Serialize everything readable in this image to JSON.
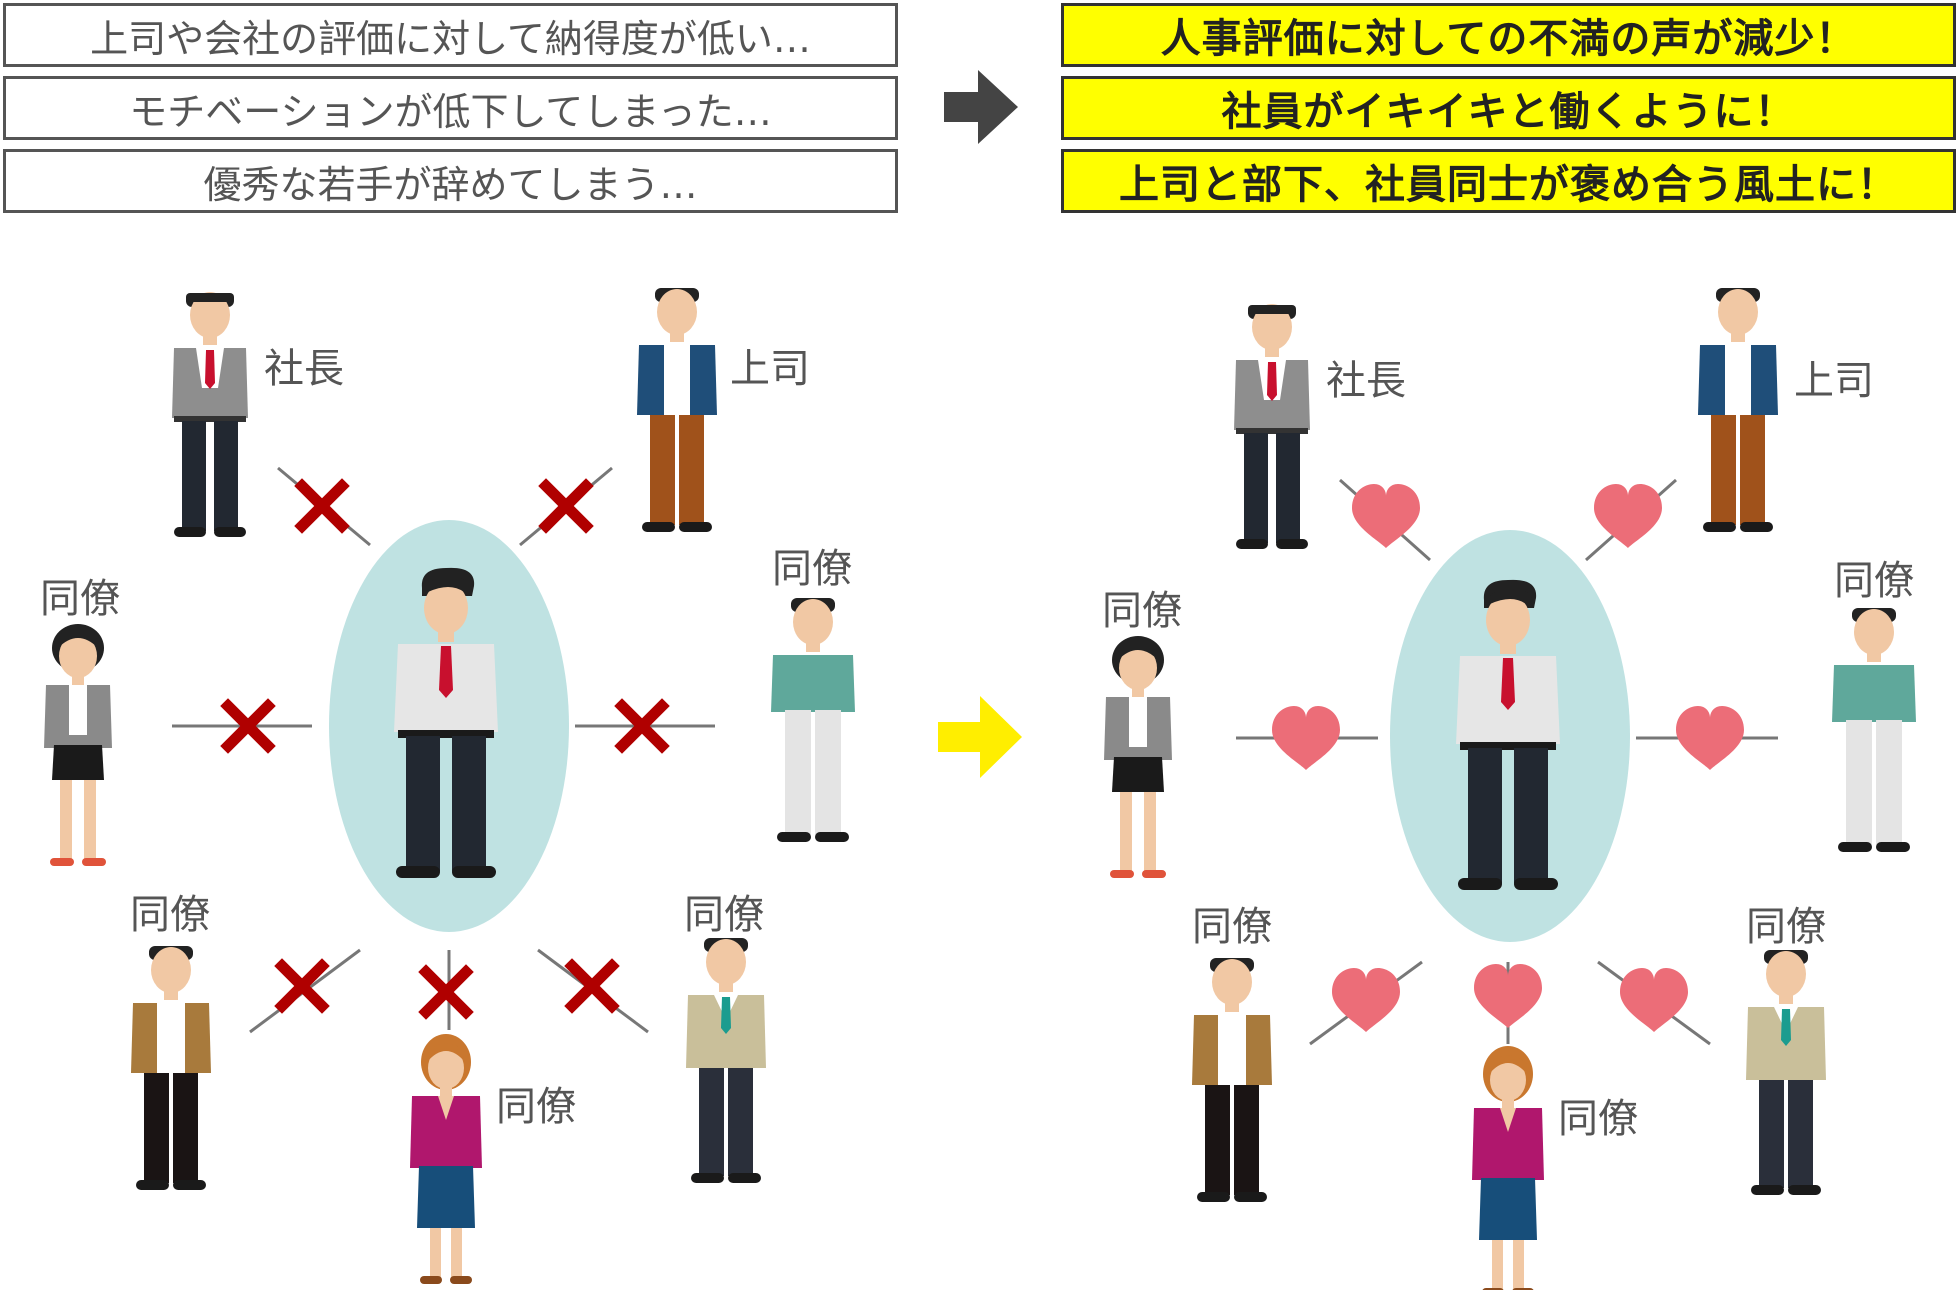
{
  "before": {
    "problems": [
      "上司や会社の評価に対して納得度が低い…",
      "モチベーションが低下してしまった…",
      "優秀な若手が辞めてしまう…"
    ]
  },
  "after": {
    "results": [
      "人事評価に対しての不満の声が減少！",
      "社員がイキイキと働くように！",
      "上司と部下、社員同士が褒め合う風土に！"
    ]
  },
  "roles": {
    "president": "社長",
    "boss": "上司",
    "colleague": "同僚"
  },
  "colors": {
    "highlight": "#ffff00",
    "arrow_dark": "#444444",
    "arrow_yellow": "#ffee00",
    "cross": "#b00000",
    "heart": "#ec6d78",
    "oval": "#bfe2e2"
  },
  "icons": {
    "bad_relation": "cross-icon",
    "good_relation": "heart-icon",
    "transition": "arrow-right-icon"
  }
}
